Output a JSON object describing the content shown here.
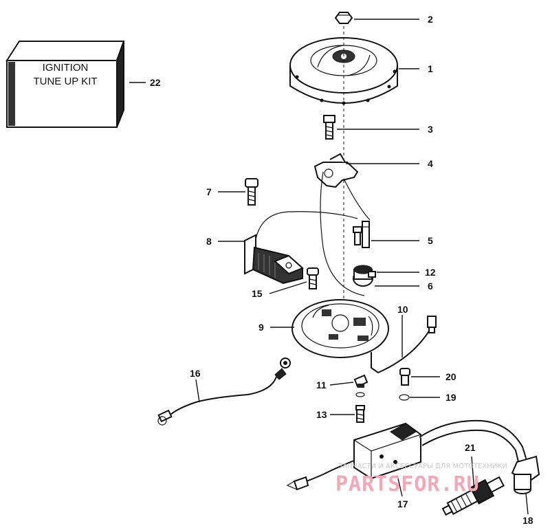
{
  "kit_box": {
    "line1": "IGNITION",
    "line2": "TUNE UP KIT"
  },
  "labels": {
    "p1": "1",
    "p2": "2",
    "p3": "3",
    "p4": "4",
    "p5": "5",
    "p6": "6",
    "p7": "7",
    "p8": "8",
    "p9": "9",
    "p10": "10",
    "p11": "11",
    "p12": "12",
    "p13": "13",
    "p15": "15",
    "p16": "16",
    "p17": "17",
    "p18": "18",
    "p19": "19",
    "p20": "20",
    "p21": "21",
    "p22": "22"
  },
  "watermark": {
    "caption": "ЗАПЧАСТИ И АКСЕССУАРЫ ДЛЯ МОТОТЕХНИКИ",
    "brand": "PARTSFOR.RU"
  }
}
